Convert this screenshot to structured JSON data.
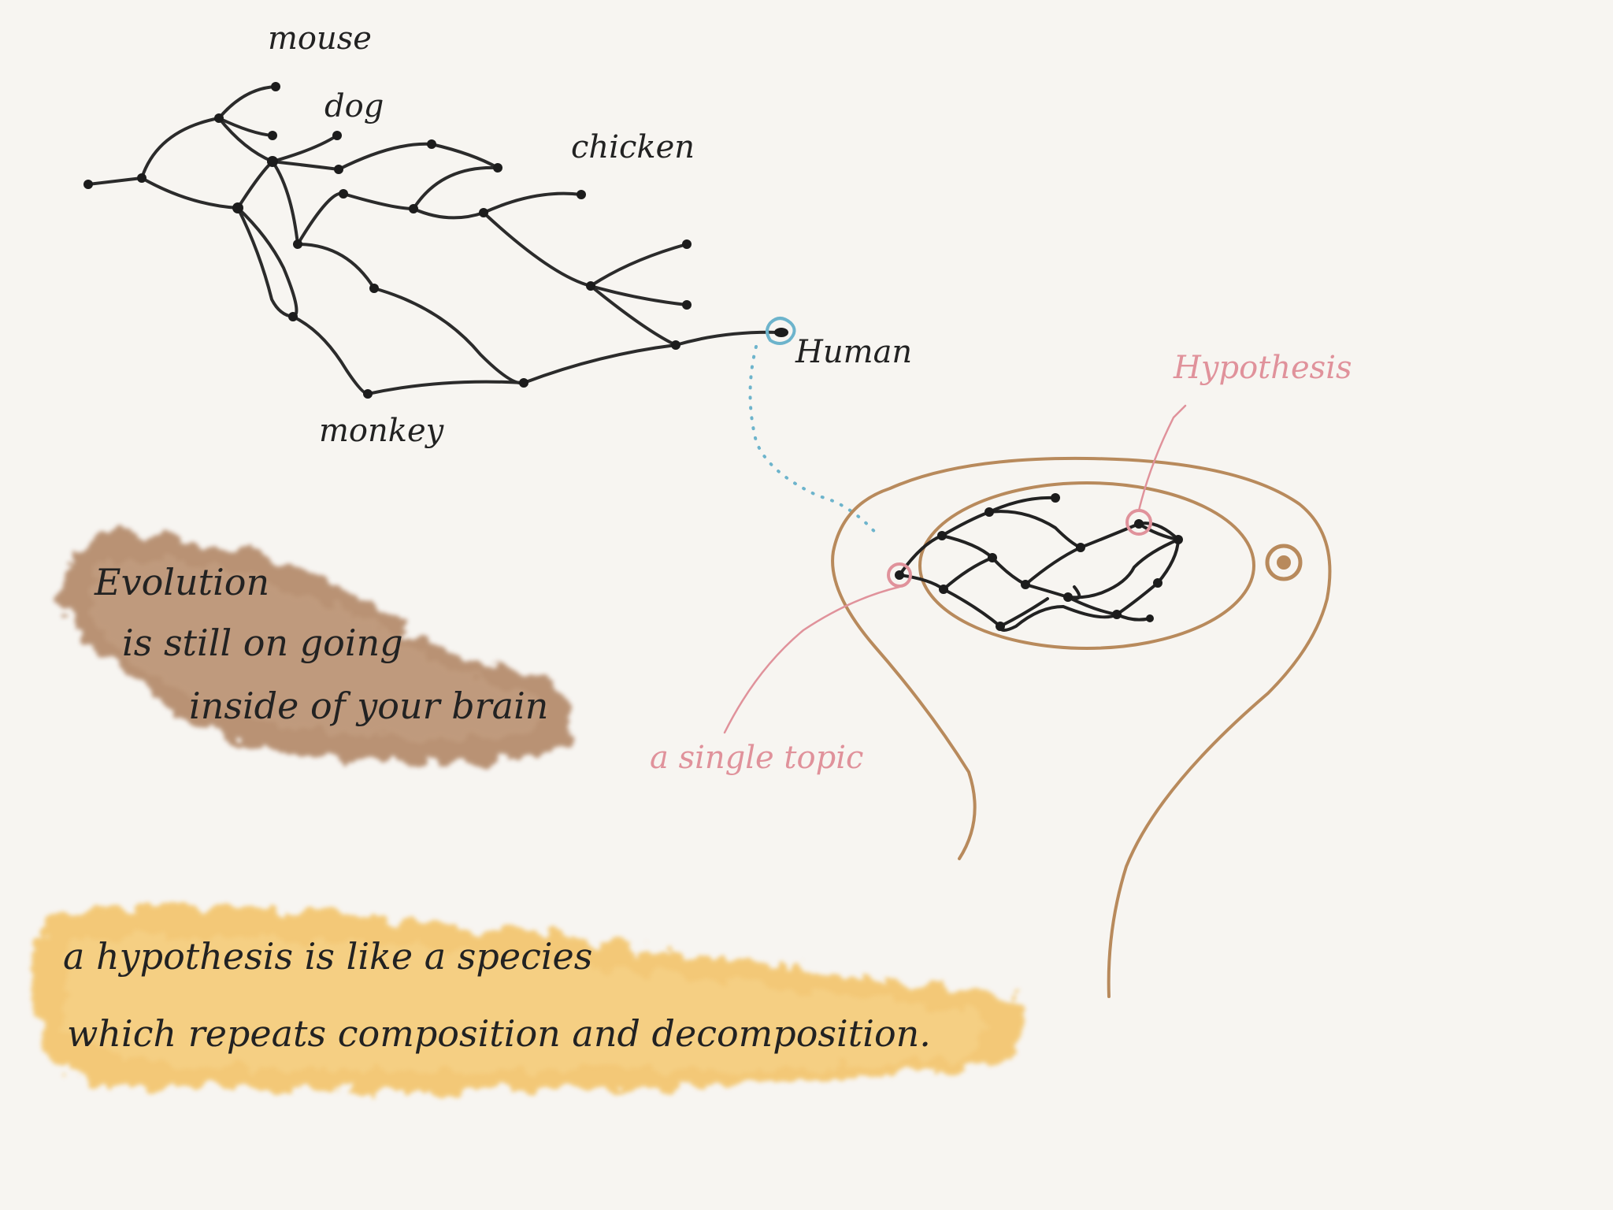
{
  "tree": {
    "labels": {
      "mouse": "mouse",
      "dog": "dog",
      "chicken": "chicken",
      "human": "Human",
      "monkey": "monkey"
    }
  },
  "brain": {
    "labels": {
      "hypothesis": "Hypothesis",
      "single_topic": "a single topic"
    }
  },
  "notes": {
    "evolution": {
      "lines": [
        "Evolution",
        "is still on going",
        "inside of your brain"
      ]
    },
    "hypothesis": {
      "lines": [
        "a hypothesis is like a species",
        "which repeats composition and decomposition."
      ]
    }
  },
  "colors": {
    "ink": "#222222",
    "brain_outline": "#b88a5c",
    "pink": "#e0929b",
    "blue": "#6db4cc",
    "brown_blob": "#b48a6b",
    "yellow_blob": "#f3c46a"
  }
}
